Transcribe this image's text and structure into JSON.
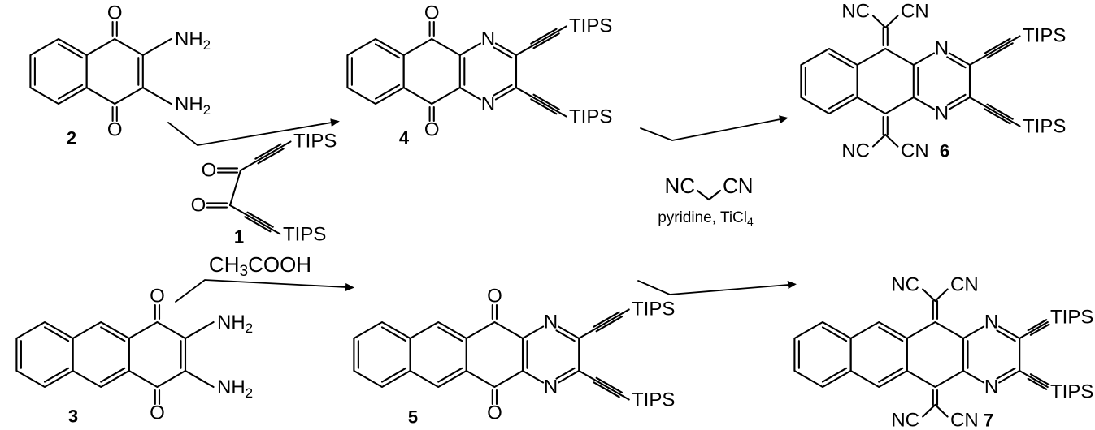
{
  "labels": {
    "oxygen": "O",
    "nitrogen": "N",
    "amine_main": "NH",
    "amine_sub": "2",
    "tips": "TIPS",
    "nitrile_left": "NC",
    "nitrile_right": "CN"
  },
  "compound_numbers": {
    "c1": "1",
    "c2": "2",
    "c3": "3",
    "c4": "4",
    "c5": "5",
    "c6": "6",
    "c7": "7"
  },
  "conditions": {
    "step1_acid_main": "CH",
    "step1_acid_sub": "3",
    "step1_acid_rest": "COOH",
    "step2_reagent_left": "NC",
    "step2_reagent_right": "CN",
    "step2_catalyst_main": "pyridine, TiCl",
    "step2_catalyst_sub": "4"
  }
}
